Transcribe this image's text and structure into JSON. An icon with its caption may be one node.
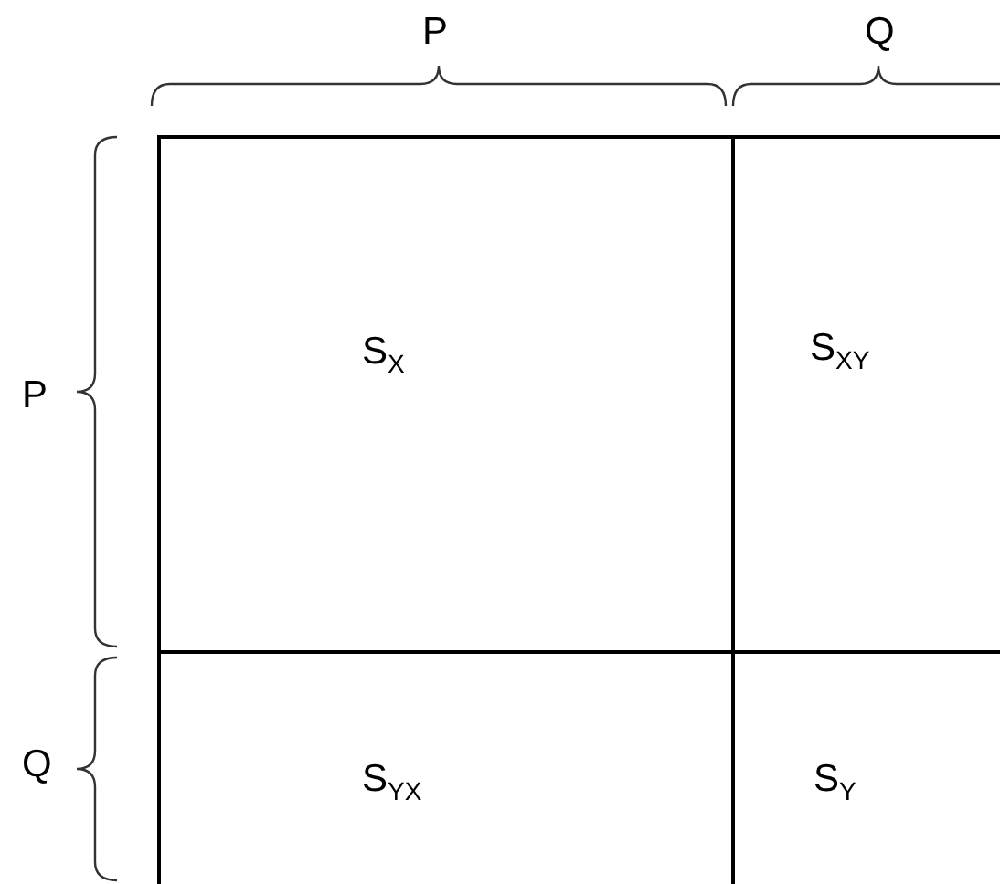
{
  "diagram": {
    "nodes": [
      {
        "text": [
          "S$_{X}$"
        ]
      },
      {
        "text": [
          "S$_{XY}$"
        ]
      },
      {
        "text": [
          "S$_{YX}$"
        ]
      },
      {
        "text": [
          "S$_{Y}$"
        ]
      }
    ],
    "labels": [
      "P",
      "Q",
      "P",
      "Q"
    ]
  }
}
